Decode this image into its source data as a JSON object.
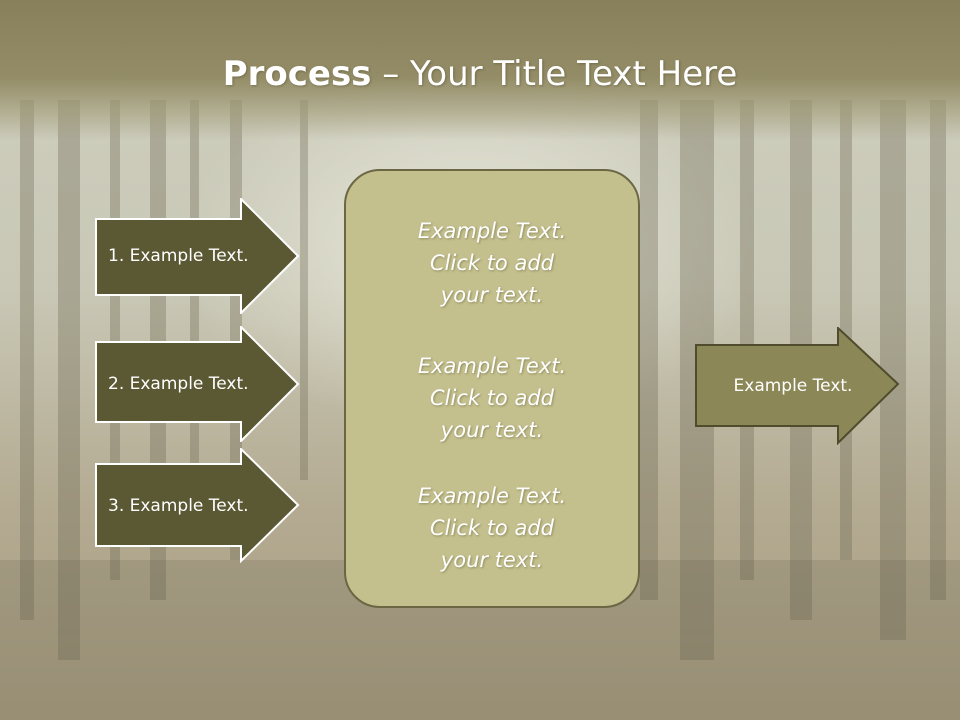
{
  "title": {
    "bold": "Process",
    "rest": " – Your Title Text Here"
  },
  "left_arrows": [
    {
      "label": "1. Example Text."
    },
    {
      "label": "2. Example Text."
    },
    {
      "label": "3. Example Text."
    }
  ],
  "center_box": {
    "blocks": [
      {
        "lines": [
          "Example Text.",
          "Click  to add",
          "your text."
        ]
      },
      {
        "lines": [
          "Example Text.",
          "Click  to add",
          "your text."
        ]
      },
      {
        "lines": [
          "Example Text.",
          "Click  to add",
          "your text."
        ]
      }
    ]
  },
  "right_arrow": {
    "label": "Example Text."
  },
  "colors": {
    "dark_arrow_fill": "#5b5834",
    "right_arrow_fill": "#8b8757",
    "center_box_fill": "#c4c08e",
    "header_band": "#8a845c"
  }
}
